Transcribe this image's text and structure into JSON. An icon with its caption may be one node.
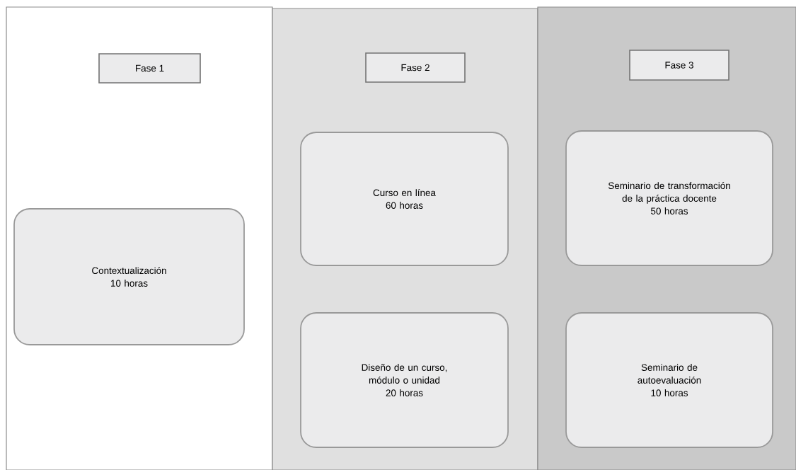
{
  "diagram": {
    "nodes": [
      {
        "text": [],
        "shape": "box"
      },
      {
        "text": [
          "Fase 1"
        ],
        "in": 0
      },
      {
        "text": [
          "Contextualización",
          "10 horas"
        ],
        "in": 0
      },
      {
        "text": [],
        "shape": "box"
      },
      {
        "text": [
          "Fase 2"
        ],
        "in": 3
      },
      {
        "text": [
          "Curso en línea",
          "60 horas"
        ],
        "in": 3
      },
      {
        "text": [
          "Diseño de un curso, módulo o unidad",
          "20 horas"
        ],
        "in": 3
      },
      {
        "text": [],
        "shape": "box"
      },
      {
        "text": [
          "Fase 3"
        ],
        "in": 7
      },
      {
        "text": [
          "Seminario de transformación de la práctica docente",
          "50 horas"
        ],
        "in": 7
      },
      {
        "text": [
          "Seminario de autoevaluación",
          "10 horas"
        ],
        "in": 7
      }
    ]
  }
}
